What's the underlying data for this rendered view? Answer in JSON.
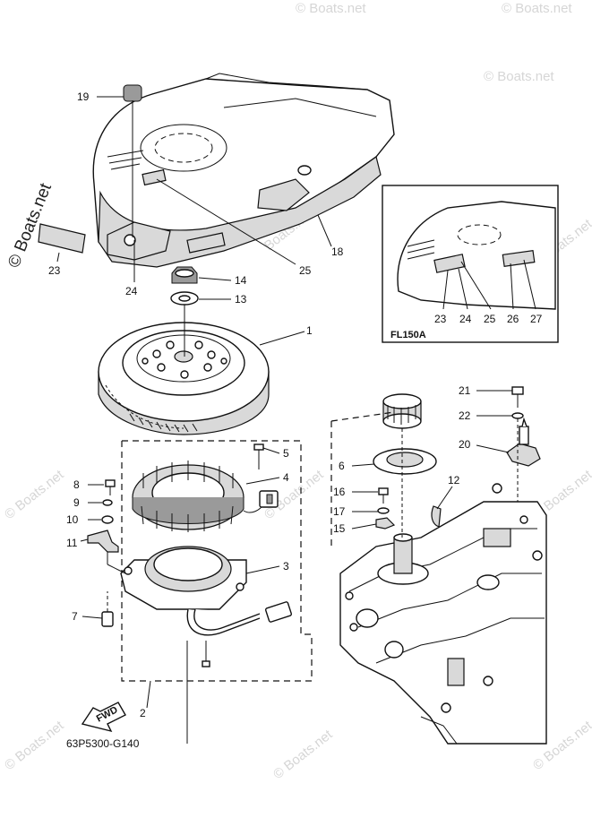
{
  "callouts": {
    "c1": "1",
    "c2": "2",
    "c3": "3",
    "c4": "4",
    "c5": "5",
    "c6": "6",
    "c7": "7",
    "c8": "8",
    "c9": "9",
    "c10": "10",
    "c11": "11",
    "c12": "12",
    "c13": "13",
    "c14": "14",
    "c15": "15",
    "c16": "16",
    "c17": "17",
    "c18": "18",
    "c19": "19",
    "c20": "20",
    "c21": "21",
    "c22": "22",
    "c23": "23",
    "c24": "24",
    "c25": "25"
  },
  "inset": {
    "model_label": "FL150A",
    "callouts": [
      "23",
      "24",
      "25",
      "26",
      "27"
    ]
  },
  "fwd_label": "FWD",
  "drawing_code": "63P5300-G140",
  "watermark": {
    "text": "© Boats.net",
    "text_alt": "Boats.net"
  }
}
